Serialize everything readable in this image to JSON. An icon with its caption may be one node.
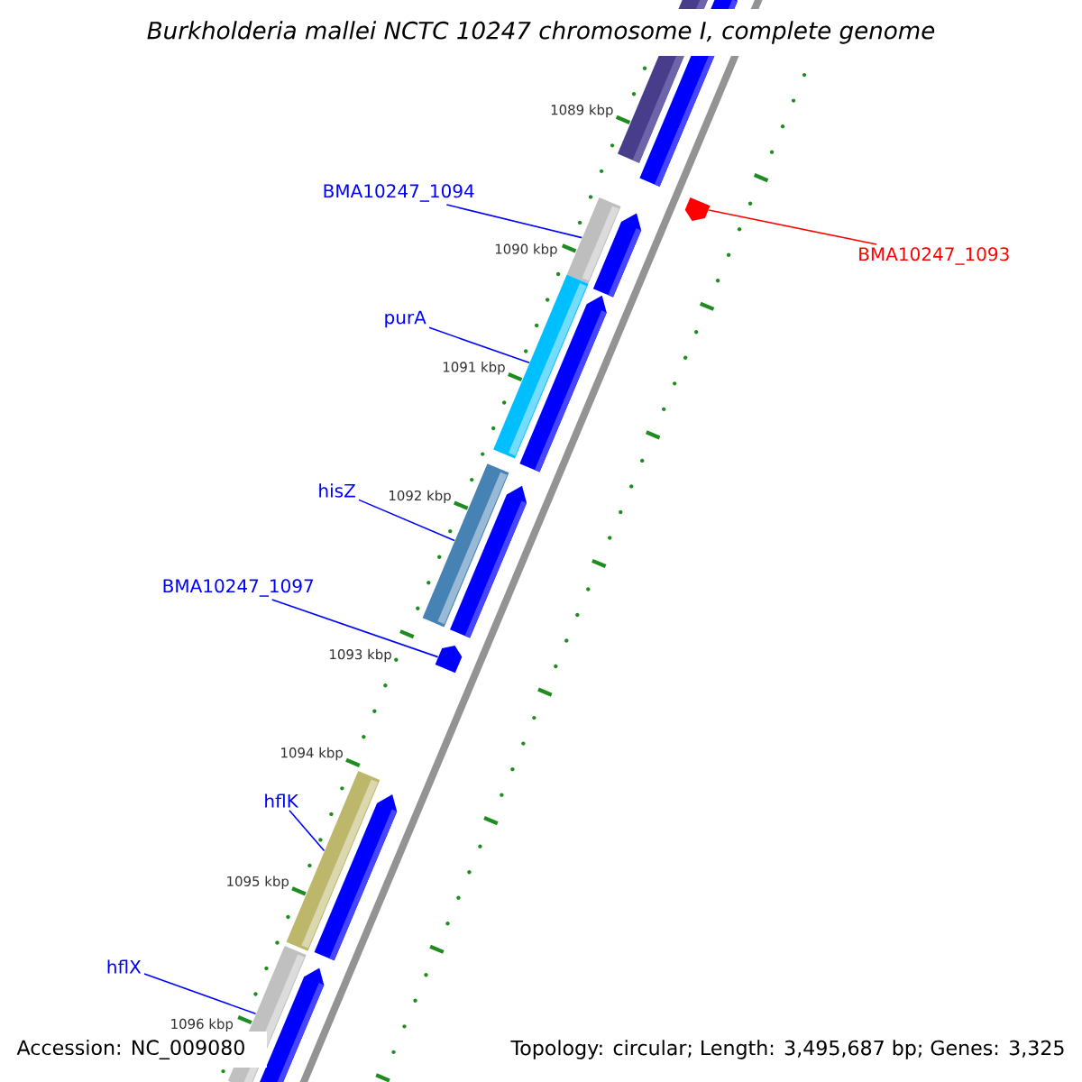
{
  "diagram": {
    "title": "Burkholderia mallei NCTC 10247 chromosome I, complete genome",
    "nodes": [
      {
        "text": [
          "BMA10247_1094"
        ]
      },
      {
        "text": [
          "purA"
        ]
      },
      {
        "text": [
          "hisZ"
        ]
      },
      {
        "text": [
          "BMA10247_1097"
        ]
      },
      {
        "text": [
          "hflK"
        ]
      },
      {
        "text": [
          "hflX"
        ]
      },
      {
        "text": [
          "BMA10247_1093"
        ]
      },
      {
        "text": [],
        "shape": "bar"
      },
      {
        "text": [],
        "shape": "bar"
      },
      {
        "text": [],
        "shape": "bar"
      },
      {
        "text": [],
        "shape": "arrow"
      },
      {
        "text": [],
        "shape": "bar"
      },
      {
        "text": [],
        "shape": "bar"
      },
      {
        "text": [],
        "shape": "arrow"
      }
    ],
    "edges": [
      {
        "from": 0,
        "to": 7,
        "arrow": "none"
      },
      {
        "from": 1,
        "to": 8,
        "arrow": "none"
      },
      {
        "from": 2,
        "to": 9,
        "arrow": "none"
      },
      {
        "from": 3,
        "to": 10,
        "arrow": "none"
      },
      {
        "from": 4,
        "to": 11,
        "arrow": "none"
      },
      {
        "from": 5,
        "to": 12,
        "arrow": "none"
      },
      {
        "from": 6,
        "to": 13,
        "arrow": "none",
        "color": "#ff0000"
      }
    ],
    "labels": [
      "1089 kbp",
      "1090 kbp",
      "1091 kbp",
      "1092 kbp",
      "1093 kbp",
      "1094 kbp",
      "1095 kbp",
      "1096 kbp",
      "Accession: NC_009080",
      "Topology: circular; Length: 3,495,687 bp; Genes: 3,325"
    ]
  }
}
